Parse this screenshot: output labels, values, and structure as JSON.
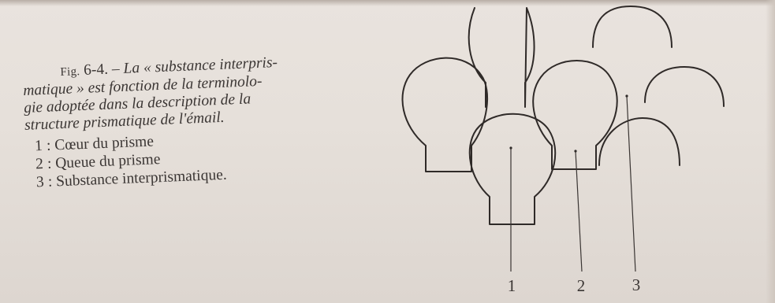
{
  "caption": {
    "fig_label_prefix": "Fig.",
    "fig_label_number": "6-4.",
    "dash": "–",
    "lines": [
      "La « substance interpris-",
      "matique » est fonction de la terminolo-",
      "gie adoptée dans la description de la",
      "structure prismatique de l'émail."
    ]
  },
  "legend": [
    {
      "num": "1",
      "text": "Cœur du prisme"
    },
    {
      "num": "2",
      "text": "Queue du prisme"
    },
    {
      "num": "3",
      "text": "Substance interprismatique."
    }
  ],
  "figure": {
    "labels": [
      "1",
      "2",
      "3"
    ],
    "line_color": "#2f2a28"
  }
}
